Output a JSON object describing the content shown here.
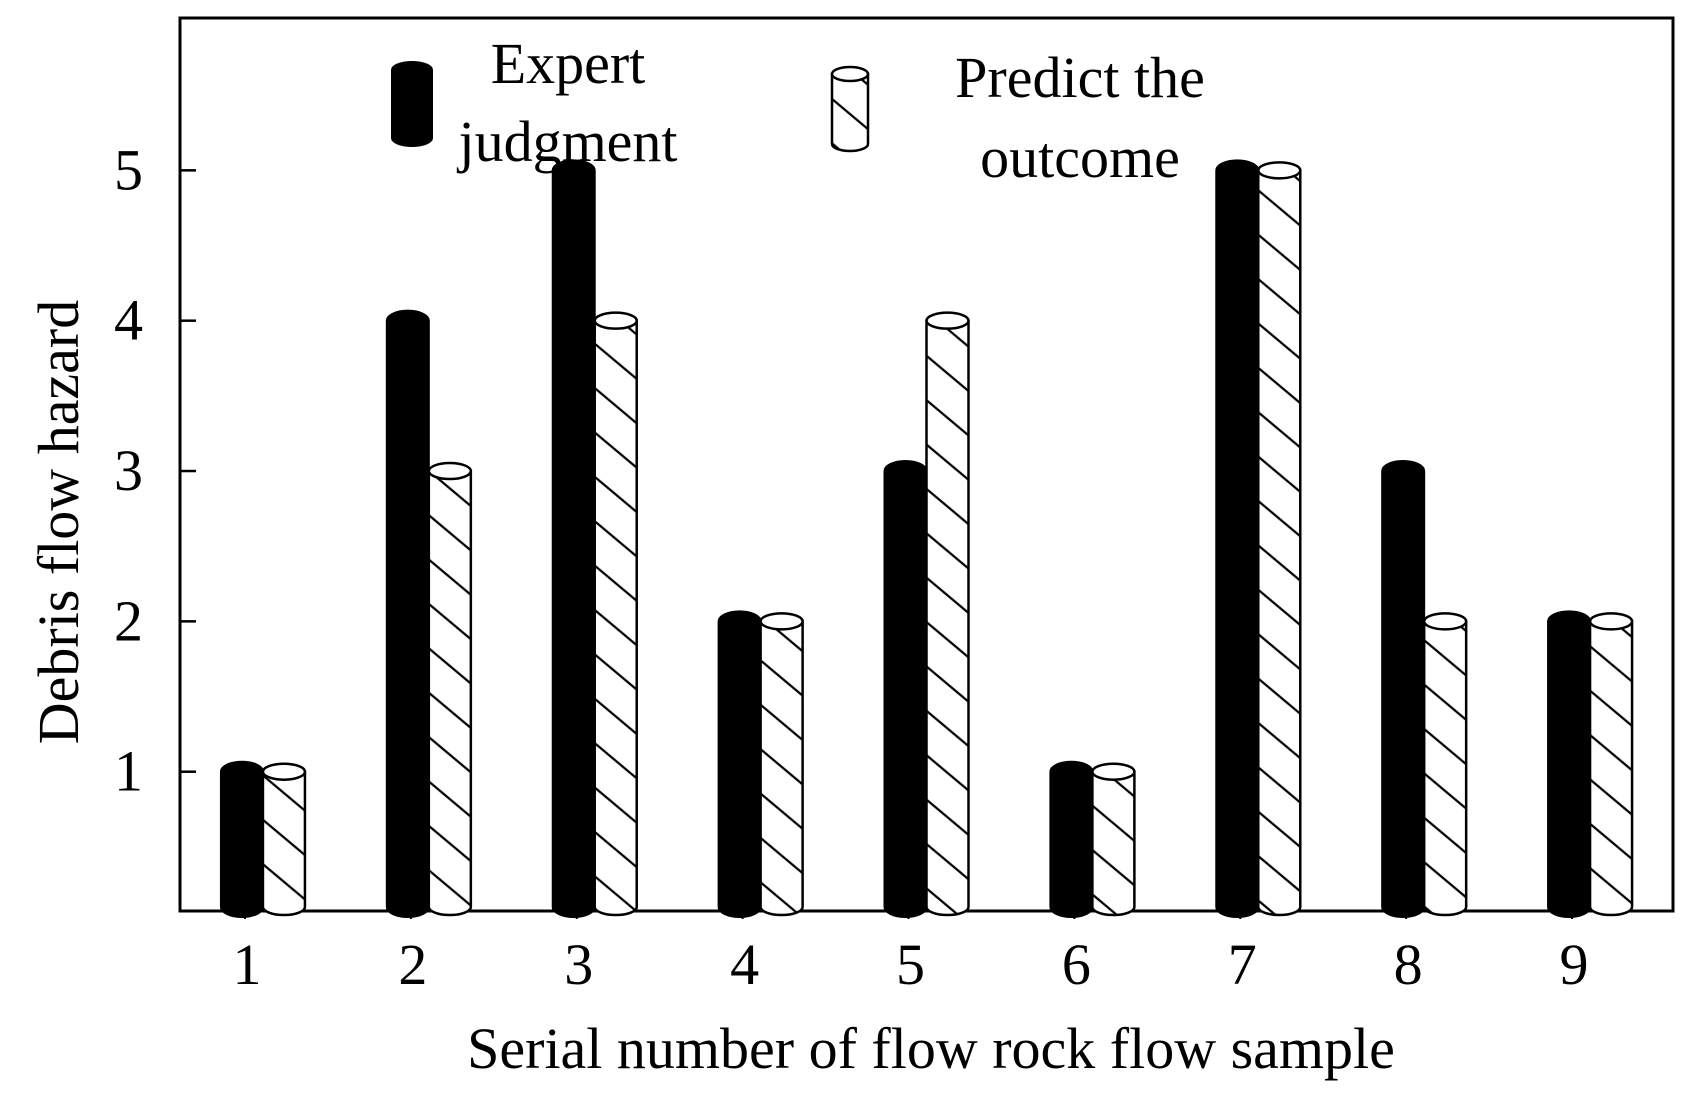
{
  "chart_data": {
    "type": "bar",
    "title": "",
    "xlabel": "Serial number of flow rock flow sample",
    "ylabel": "Debris flow hazard",
    "categories": [
      "1",
      "2",
      "3",
      "4",
      "5",
      "6",
      "7",
      "8",
      "9"
    ],
    "series": [
      {
        "name": "Expert judgment",
        "values": [
          1,
          4,
          5,
          2,
          3,
          1,
          5,
          3,
          2
        ]
      },
      {
        "name": "Predict the outcome",
        "values": [
          1,
          3,
          4,
          2,
          4,
          1,
          5,
          2,
          2
        ]
      }
    ],
    "y_ticks": [
      "1",
      "2",
      "3",
      "4",
      "5"
    ],
    "ylim": [
      0.1,
      6
    ],
    "grid": false,
    "legend": {
      "placement": "top",
      "entries": [
        {
          "lines": [
            "Expert",
            "judgment"
          ],
          "style": "solid-black"
        },
        {
          "lines": [
            "Predict the",
            "outcome"
          ],
          "style": "hatched-white"
        }
      ]
    },
    "colors": {
      "expert": "#000000",
      "predict": "#ffffff",
      "stroke": "#000000"
    }
  }
}
